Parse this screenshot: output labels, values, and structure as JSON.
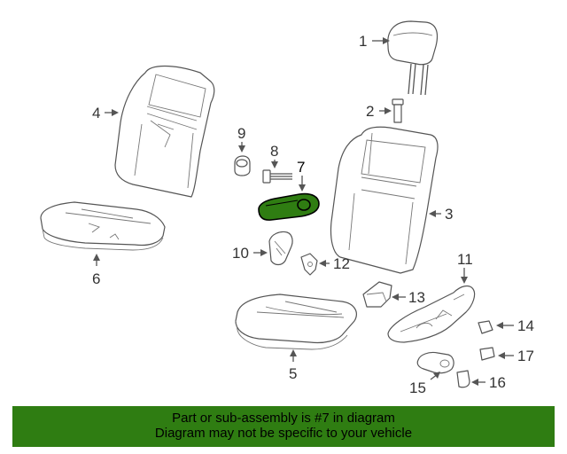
{
  "diagram": {
    "highlight_color": "#2f7d12",
    "callouts": {
      "c1": "1",
      "c2": "2",
      "c3": "3",
      "c4": "4",
      "c5": "5",
      "c6": "6",
      "c7": "7",
      "c8": "8",
      "c9": "9",
      "c10": "10",
      "c11": "11",
      "c12": "12",
      "c13": "13",
      "c14": "14",
      "c15": "15",
      "c16": "16",
      "c17": "17"
    }
  },
  "banner": {
    "line1": "Part or sub-assembly is #7 in diagram",
    "line2": "Diagram may not be specific to your vehicle",
    "background": "#2f7d12"
  }
}
